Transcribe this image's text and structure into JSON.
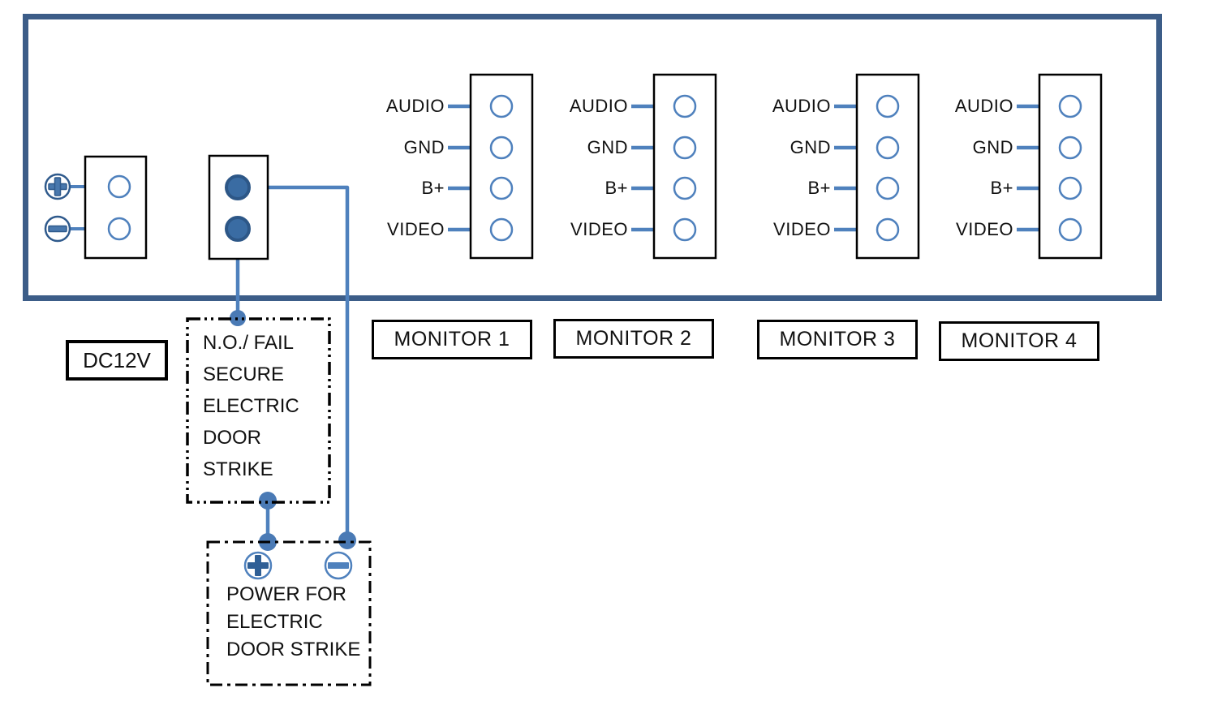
{
  "diagram": {
    "title_none": "",
    "panel": {
      "connector_pin_labels": [
        "AUDIO",
        "GND",
        "B+",
        "VIDEO"
      ],
      "icons": {
        "positive_terminal": "plus-circle-icon",
        "negative_terminal": "minus-circle-icon"
      }
    },
    "labels": {
      "power_supply": "DC12V",
      "monitors": [
        "MONITOR 1",
        "MONITOR 2",
        "MONITOR 3",
        "MONITOR 4"
      ],
      "door_strike": "N.O./ FAIL\nSECURE\nELECTRIC\nDOOR\nSTRIKE",
      "door_strike_power": "POWER FOR\nELECTRIC\nDOOR STRIKE"
    },
    "colors": {
      "wire": "#4f81bd",
      "panel_border": "#3c5d88",
      "terminal_fill": "#3a6ca3",
      "terminal_ring": "#2d5787",
      "box_border": "#000000"
    }
  }
}
